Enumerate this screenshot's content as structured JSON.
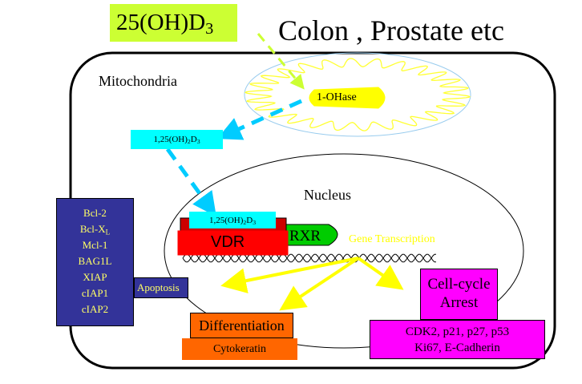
{
  "title": {
    "compound": "25(OH)D",
    "compound_sub": "3",
    "tissues": "Colon , Prostate etc"
  },
  "cell": {
    "mitochondria_label": "Mitochondria",
    "enzyme_label": "1-OHase",
    "active_form": {
      "text": "1,25(OH)",
      "sub1": "2",
      "mid": "D",
      "sub2": "3"
    },
    "nucleus_label": "Nucleus",
    "bound_ligand": {
      "text": "1,25(OH)",
      "sub1": "2",
      "mid": "D",
      "sub2": "3"
    },
    "receptor_label": "VDR",
    "partner_label": "RXR",
    "transcription_label": "Gene Transcription",
    "anti_apoptotic": [
      {
        "text": "Bcl-2",
        "sub": ""
      },
      {
        "text": "Bcl-X",
        "sub": "L"
      },
      {
        "text": "Mcl-1",
        "sub": ""
      },
      {
        "text": "BAG1L",
        "sub": ""
      },
      {
        "text": "XIAP",
        "sub": ""
      },
      {
        "text": "cIAP1",
        "sub": ""
      },
      {
        "text": "cIAP2",
        "sub": ""
      }
    ],
    "apoptosis_label": "Apoptosis",
    "differentiation_label": "Differentiation",
    "cytokeratin_label": "Cytokeratin",
    "cell_cycle_label": [
      "Cell-cycle",
      "Arrest"
    ],
    "cell_cycle_markers": [
      "CDK2, p21, p27, p53",
      "Ki67, E-Cadherin"
    ]
  },
  "colors": {
    "title_box": "#ccff33",
    "enzyme": "#ffff00",
    "active_form_box": "#00ffff",
    "vdr": "#ff0000",
    "rxr": "#00cc00",
    "transcription_text": "#ffff00",
    "anti_apoptotic_box": "#333399",
    "anti_apoptotic_text": "#ffff66",
    "differentiation_box": "#ff6600",
    "cell_cycle_box": "#ff00ff",
    "arrow": "#ffff00",
    "dashed_arrow": "#00ccff"
  }
}
